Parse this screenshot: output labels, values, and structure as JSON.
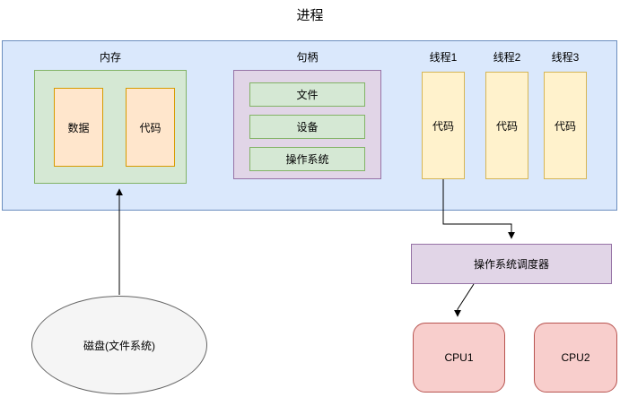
{
  "title": "进程",
  "process": {
    "memory": {
      "label": "内存",
      "data_label": "数据",
      "code_label": "代码"
    },
    "handle": {
      "label": "句柄",
      "items": [
        {
          "label": "文件"
        },
        {
          "label": "设备"
        },
        {
          "label": "操作系统"
        }
      ]
    },
    "threads": [
      {
        "label": "线程1",
        "content": "代码"
      },
      {
        "label": "线程2",
        "content": "代码"
      },
      {
        "label": "线程3",
        "content": "代码"
      }
    ]
  },
  "disk": {
    "label": "磁盘(文件系统)"
  },
  "scheduler": {
    "label": "操作系统调度器"
  },
  "cpus": [
    {
      "label": "CPU1"
    },
    {
      "label": "CPU2"
    }
  ],
  "colors": {
    "process_fill": "#dae8fc",
    "process_border": "#6c8ebf",
    "green_fill": "#d5e8d4",
    "green_border": "#82b366",
    "orange_fill": "#ffe6cc",
    "orange_border": "#d79b00",
    "yellow_fill": "#fff2cc",
    "yellow_border": "#d6b656",
    "purple_fill": "#e1d5e7",
    "purple_border": "#9673a6",
    "cpu_fill": "#f8cecc",
    "cpu_border": "#b85450",
    "disk_fill": "#f5f5f5",
    "disk_border": "#666666",
    "edge_color": "#000000"
  }
}
